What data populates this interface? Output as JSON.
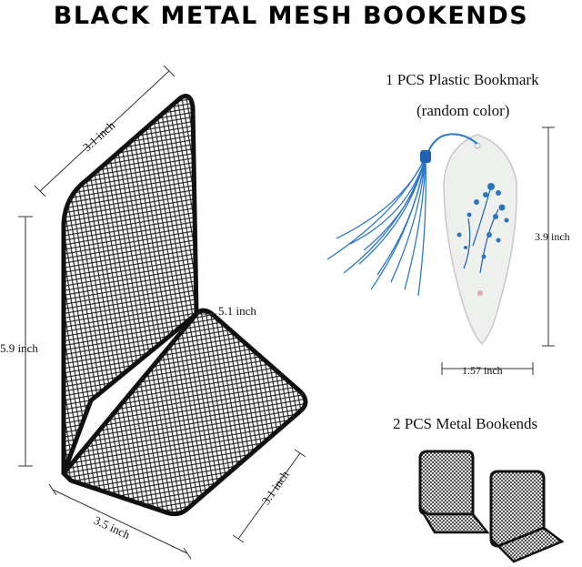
{
  "title": "BLACK METAL MESH BOOKENDS",
  "dims": {
    "top_depth": "3.1 inch",
    "height": "5.9 inch",
    "base_width": "5.1 inch",
    "width": "3.5 inch",
    "base_depth": "3.1 inch"
  },
  "bookmark": {
    "line1": "1 PCS Plastic Bookmark",
    "line2": "(random color)",
    "height": "3.9 inch",
    "width": "1.57 inch"
  },
  "bookends": {
    "caption": "2 PCS Metal Bookends"
  },
  "colors": {
    "mesh": "#111111",
    "tassel": "#2d78c8",
    "bookmark_fill": "#eef0ee"
  }
}
